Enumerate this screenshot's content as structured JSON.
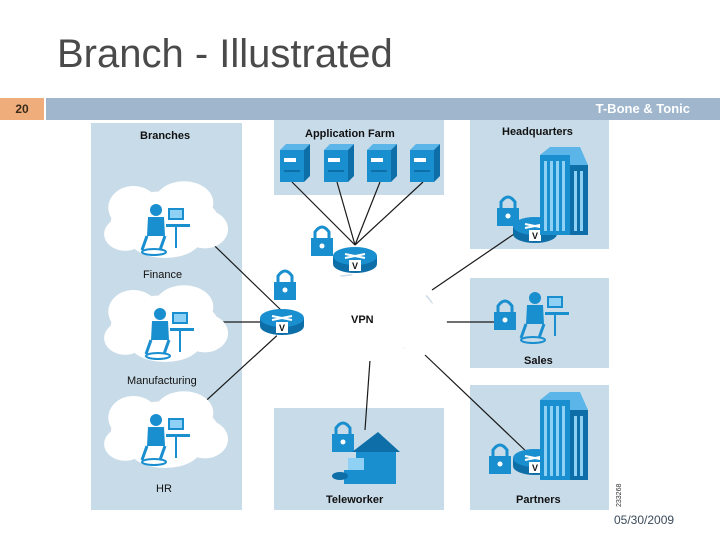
{
  "slide": {
    "title": "Branch - Illustrated",
    "number": "20",
    "author": "T-Bone & Tonic",
    "date": "05/30/2009"
  },
  "diagram": {
    "branches_label": "Branches",
    "app_farm_label": "Application Farm",
    "hq_label": "Headquarters",
    "finance_label": "Finance",
    "manufacturing_label": "Manufacturing",
    "hr_label": "HR",
    "vpn_label": "VPN",
    "sales_label": "Sales",
    "teleworker_label": "Teleworker",
    "partners_label": "Partners",
    "figure_id": "233268"
  },
  "colors": {
    "panel": "#c8dbe8",
    "device": "#1a8fd0",
    "cloud": "#ffffff",
    "title_bar": "#9fb6cd",
    "slide_number_bg": "#f0ad7c"
  }
}
